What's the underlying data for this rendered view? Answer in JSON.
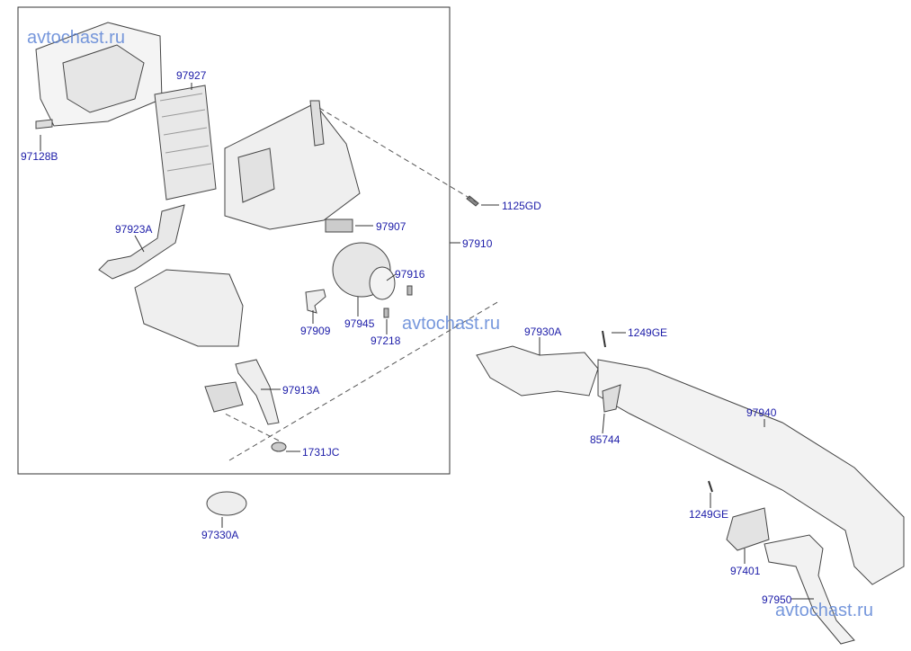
{
  "watermarks": [
    "avtochast.ru",
    "avtochast.ru",
    "avtochast.ru"
  ],
  "parts": [
    {
      "id": "97927"
    },
    {
      "id": "97128B"
    },
    {
      "id": "97923A"
    },
    {
      "id": "97907"
    },
    {
      "id": "97910"
    },
    {
      "id": "1125GD"
    },
    {
      "id": "97916"
    },
    {
      "id": "97909"
    },
    {
      "id": "97945"
    },
    {
      "id": "97218"
    },
    {
      "id": "97913A"
    },
    {
      "id": "1731JC"
    },
    {
      "id": "97330A"
    },
    {
      "id": "97930A"
    },
    {
      "id": "1249GE"
    },
    {
      "id": "85744"
    },
    {
      "id": "97940"
    },
    {
      "id": "1249GE"
    },
    {
      "id": "97401"
    },
    {
      "id": "97950"
    }
  ],
  "colors": {
    "label": "#1c1ca8",
    "watermark": "#5f86d6",
    "line": "#333333"
  }
}
